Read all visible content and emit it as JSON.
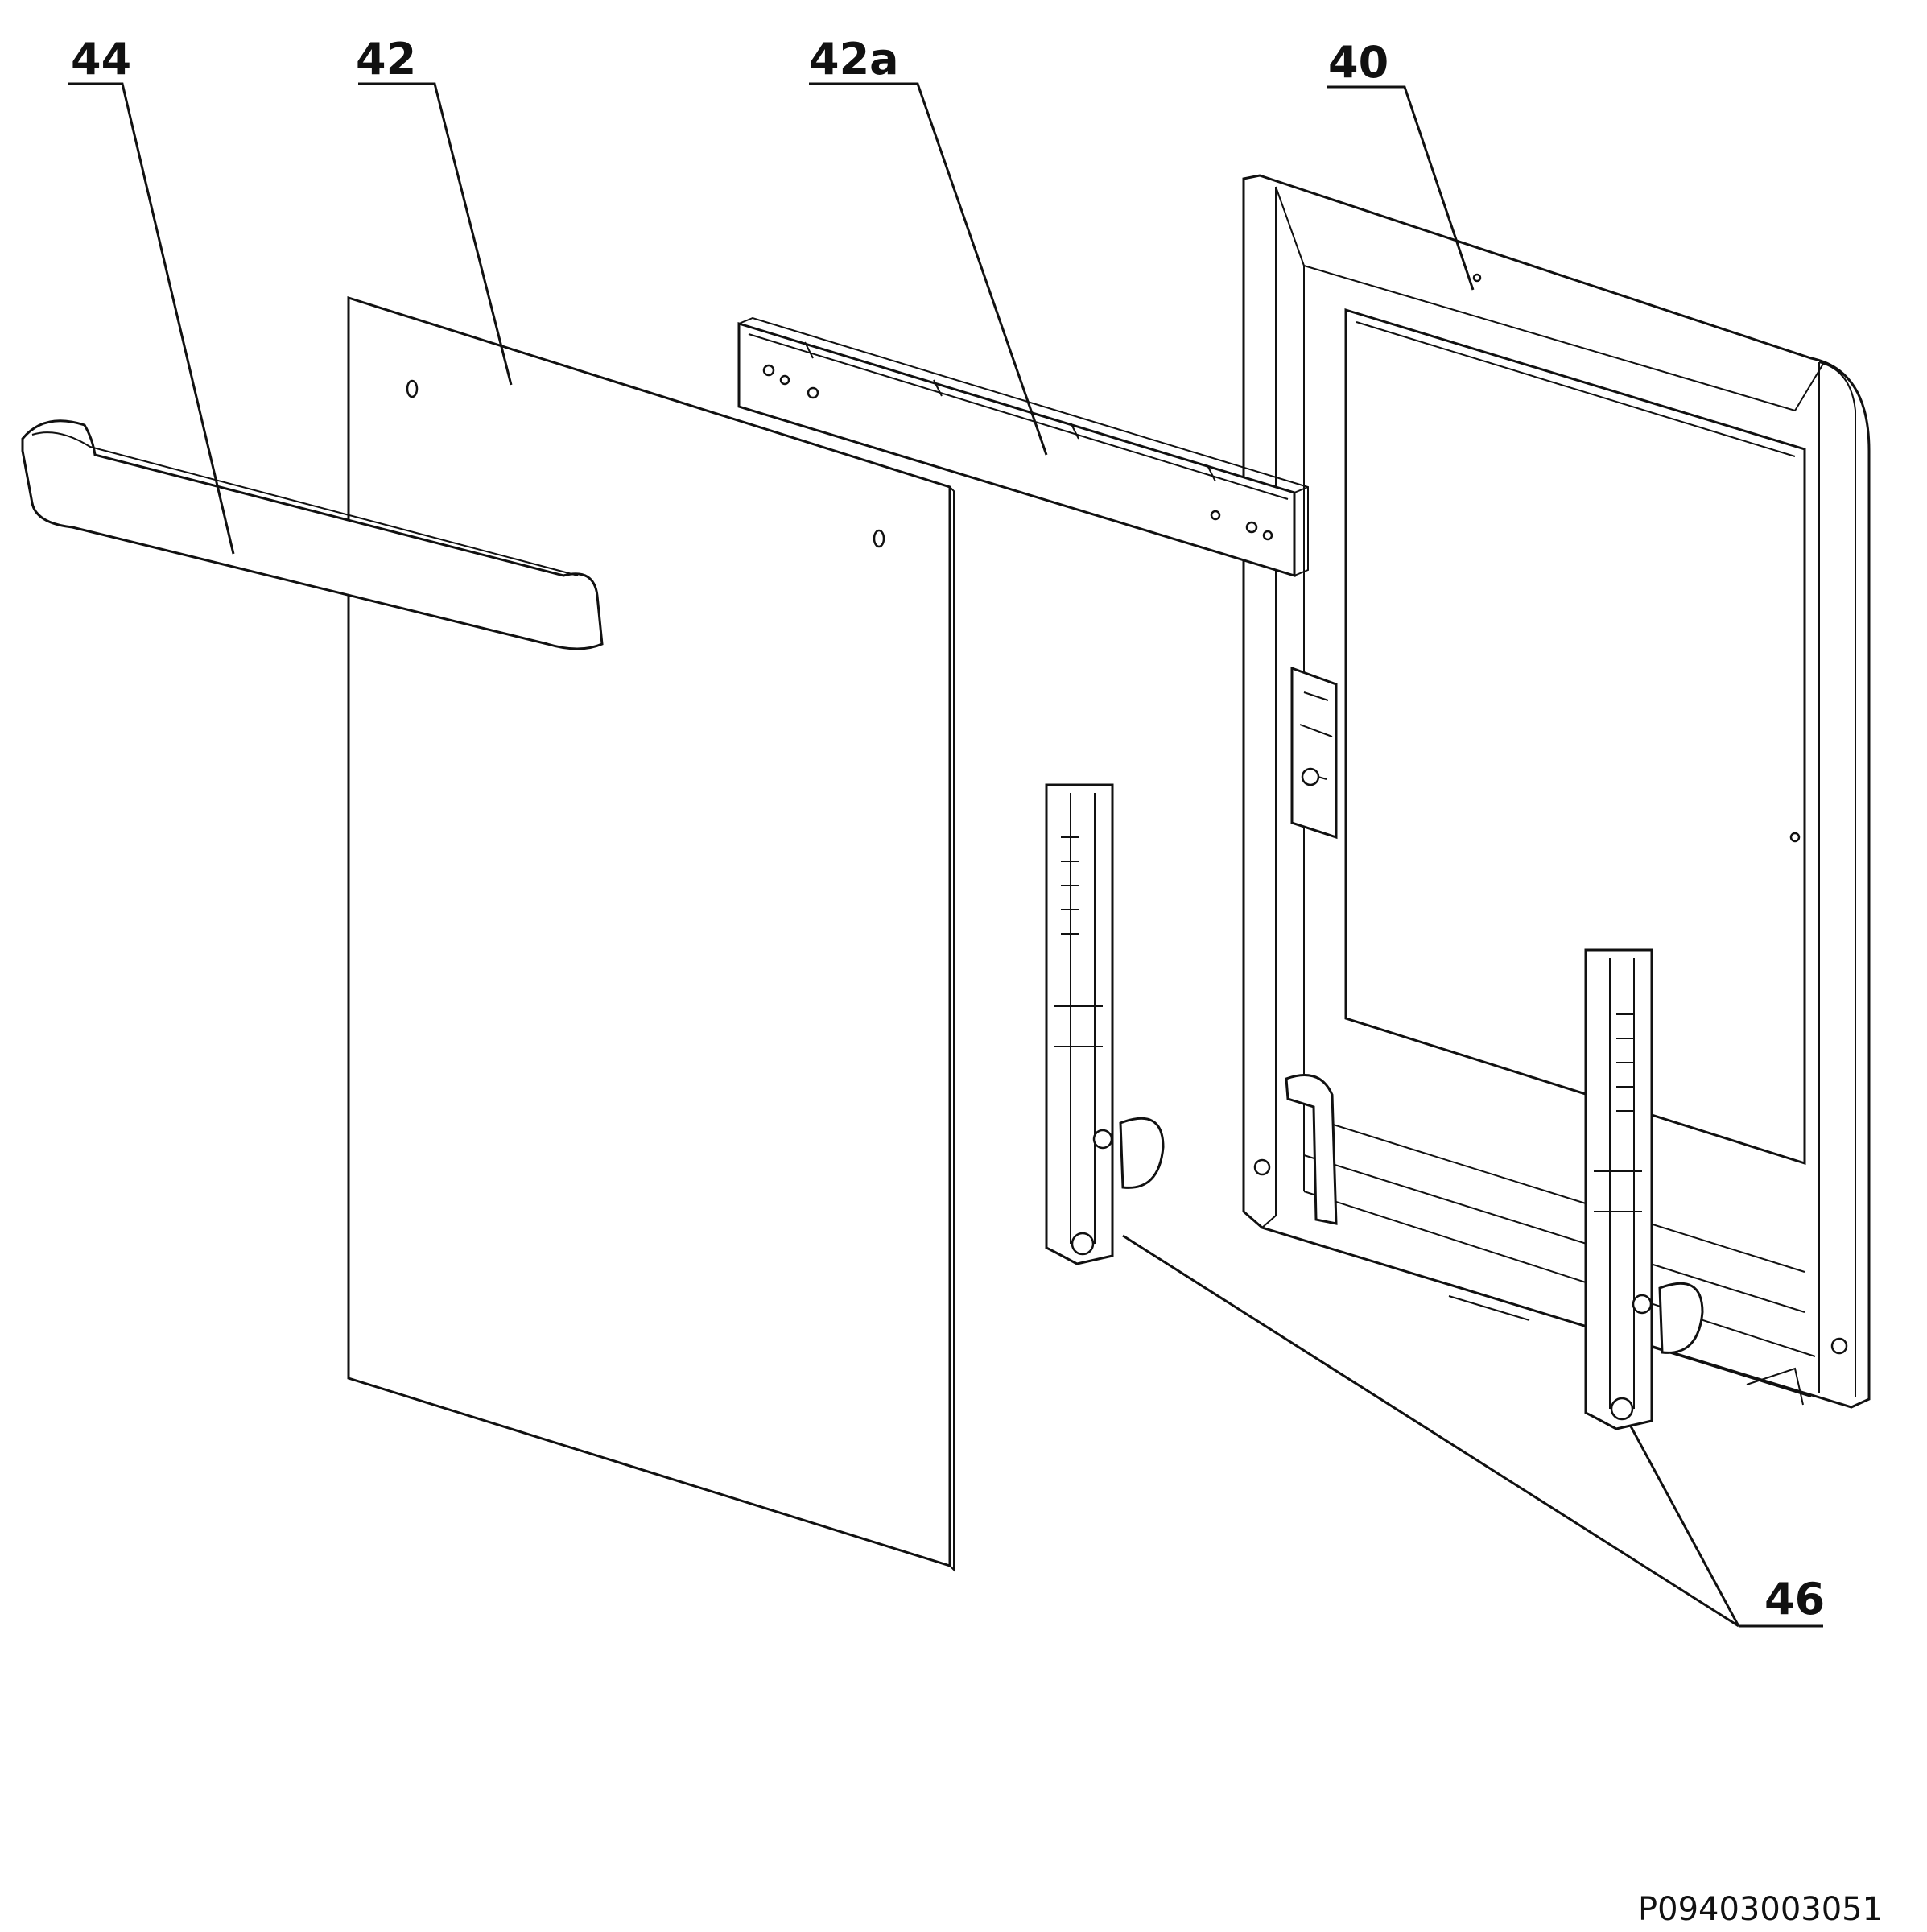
{
  "callouts": {
    "handle": "44",
    "outer_glass": "42",
    "top_trim": "42a",
    "door_frame": "40",
    "hinges": "46"
  },
  "drawing_id": "P09403003051"
}
